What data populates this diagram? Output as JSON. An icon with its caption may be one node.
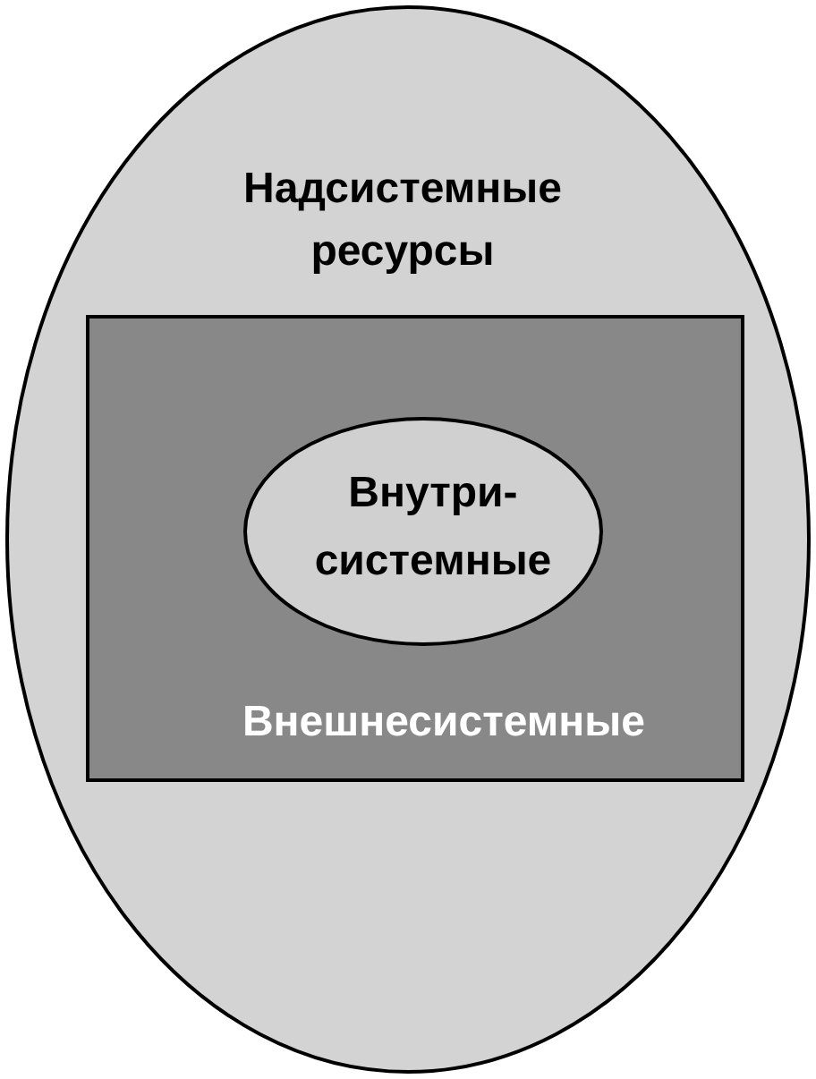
{
  "diagram": {
    "nodes": [
      {
        "text": [
          "Надсистемные ресурсы"
        ]
      },
      {
        "text": [
          "Внешнесистемные"
        ],
        "in": 0
      },
      {
        "text": [
          "Внутри- системные"
        ],
        "in": 1
      }
    ]
  }
}
